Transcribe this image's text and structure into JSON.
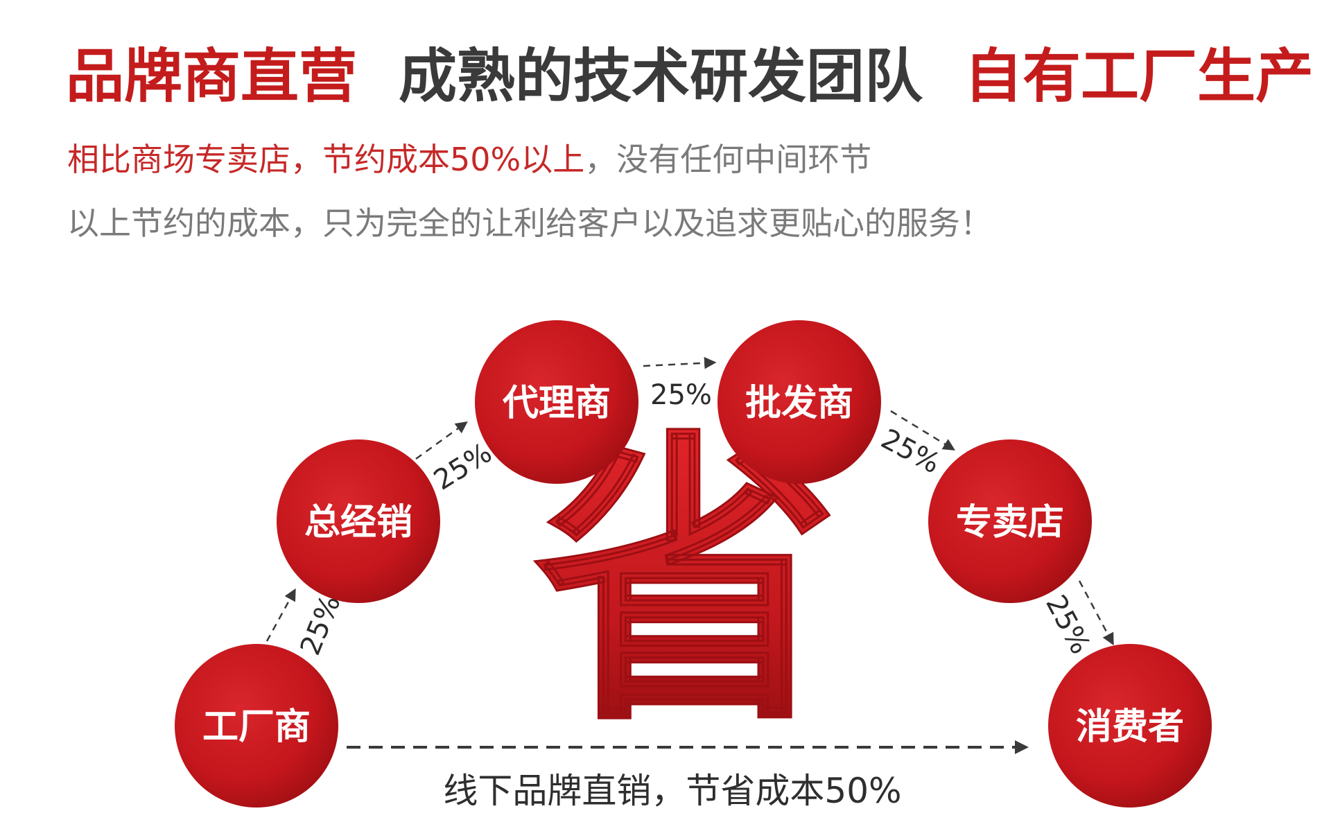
{
  "headline": {
    "part1": "品牌商直营",
    "part2": "成熟的技术研发团队",
    "part3": "自有工厂生产"
  },
  "subtitle": {
    "line1_red": "相比商场专卖店，节约成本50%以上",
    "line1_gray": "，没有任何中间环节",
    "line2": "以上节约的成本，只为完全的让利给客户以及追求更贴心的服务！"
  },
  "center_char": "省",
  "nodes": {
    "factory": "工厂商",
    "general_distributor": "总经销",
    "agent": "代理商",
    "wholesaler": "批发商",
    "store": "专卖店",
    "consumer": "消费者"
  },
  "markups": {
    "factory_to_general": "25%",
    "general_to_agent": "25%",
    "agent_to_wholesaler": "25%",
    "wholesaler_to_store": "25%",
    "store_to_consumer": "25%"
  },
  "direct_caption": "线下品牌直销，节省成本50%",
  "colors": {
    "brand_red": "#c41c1c",
    "node_red": "#c8161d",
    "dark_text": "#3a3a3a",
    "gray_text": "#7a7a7a"
  }
}
